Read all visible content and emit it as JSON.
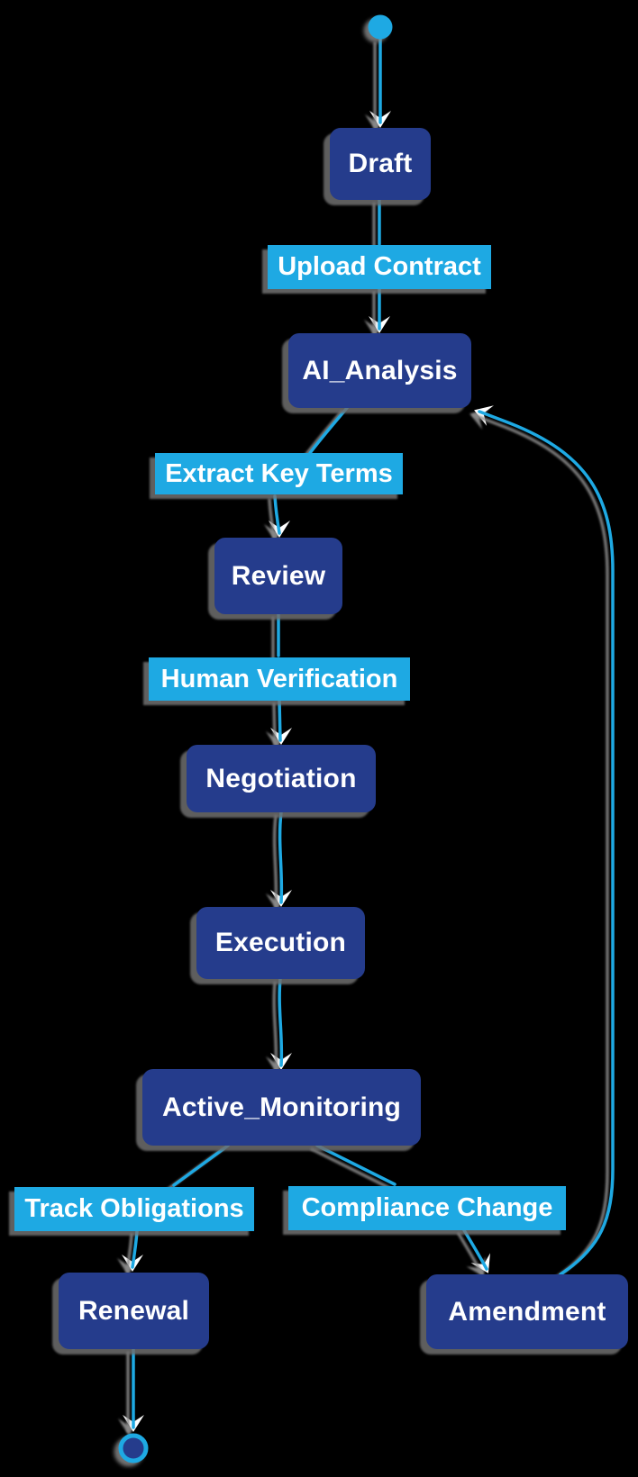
{
  "diagram": {
    "type": "state-diagram",
    "background_color": "#000000",
    "state_fill_color": "#253c8c",
    "accent_color": "#1ea9e3",
    "text_color": "#ffffff",
    "states": {
      "draft": {
        "label": "Draft"
      },
      "ai_analysis": {
        "label": "AI_Analysis"
      },
      "review": {
        "label": "Review"
      },
      "negotiation": {
        "label": "Negotiation"
      },
      "execution": {
        "label": "Execution"
      },
      "active_monitoring": {
        "label": "Active_Monitoring"
      },
      "renewal": {
        "label": "Renewal"
      },
      "amendment": {
        "label": "Amendment"
      }
    },
    "edge_labels": {
      "upload_contract": {
        "label": "Upload Contract"
      },
      "extract_key_terms": {
        "label": "Extract Key Terms"
      },
      "human_verification": {
        "label": "Human Verification"
      },
      "track_obligations": {
        "label": "Track Obligations"
      },
      "compliance_change": {
        "label": "Compliance Change"
      }
    },
    "transitions": [
      {
        "from": "start",
        "to": "Draft",
        "label": ""
      },
      {
        "from": "Draft",
        "to": "AI_Analysis",
        "label": "Upload Contract"
      },
      {
        "from": "AI_Analysis",
        "to": "Review",
        "label": "Extract Key Terms"
      },
      {
        "from": "Review",
        "to": "Negotiation",
        "label": "Human Verification"
      },
      {
        "from": "Negotiation",
        "to": "Execution",
        "label": ""
      },
      {
        "from": "Execution",
        "to": "Active_Monitoring",
        "label": ""
      },
      {
        "from": "Active_Monitoring",
        "to": "Renewal",
        "label": "Track Obligations"
      },
      {
        "from": "Active_Monitoring",
        "to": "Amendment",
        "label": "Compliance Change"
      },
      {
        "from": "Amendment",
        "to": "AI_Analysis",
        "label": ""
      },
      {
        "from": "Renewal",
        "to": "end",
        "label": ""
      }
    ]
  }
}
